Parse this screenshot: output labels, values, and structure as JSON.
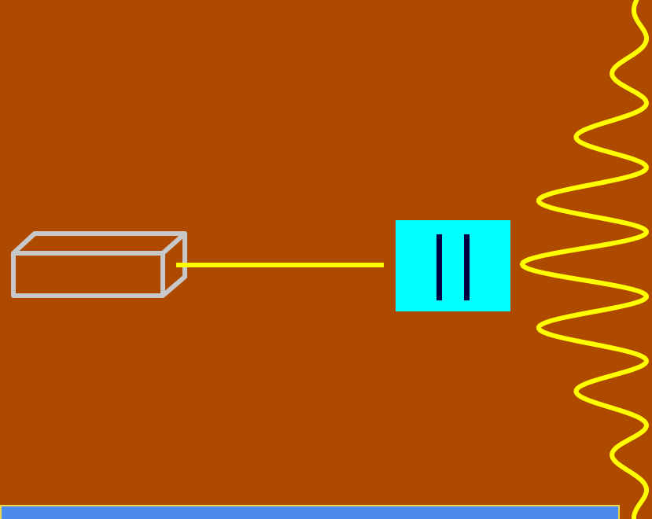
{
  "colors": {
    "background": "#ad4a00",
    "laser_outline": "#c8c8c8",
    "beam": "#ffff00",
    "wave": "#ffff00",
    "slit_plate_fill": "#00ffff",
    "slit": "#000040",
    "bottom_bar_fill": "#4d8aee",
    "bottom_bar_border": "#e8d84a"
  },
  "diagram": {
    "components": [
      "laser-source",
      "light-beam",
      "double-slit-plate",
      "interference-pattern"
    ],
    "slit_count": 2,
    "interference_peaks": 7
  }
}
